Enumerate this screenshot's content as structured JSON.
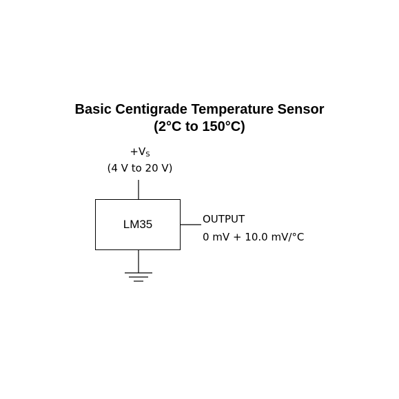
{
  "title": {
    "line1": "Basic Centigrade Temperature Sensor",
    "line2": "(2°C to 150°C)"
  },
  "supply": {
    "label": "+V",
    "subscript": "S",
    "range": "(4 V to 20 V)"
  },
  "chip": {
    "name": "LM35"
  },
  "output": {
    "label": "OUTPUT",
    "formula": "0 mV + 10.0 mV/°C"
  }
}
